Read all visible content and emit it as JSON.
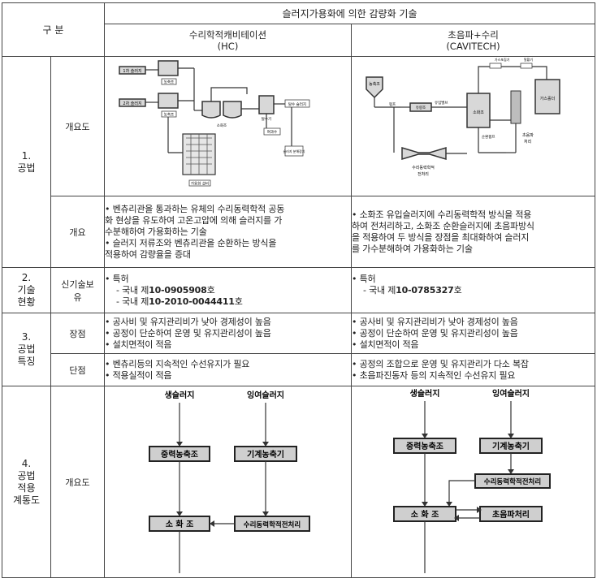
{
  "header": {
    "category": "구 분",
    "title": "슬러지가용화에  의한 감량화 기술",
    "hc_name": "수리학적캐비테이션",
    "hc_code": "(HC)",
    "cv_name": "초음파+수리",
    "cv_code": "(CAVITECH)"
  },
  "sections": {
    "s1": "1.",
    "s1b": "공법",
    "s2": "2.",
    "s2b": "기술",
    "s2c": "현황",
    "s3": "3.",
    "s3b": "공법",
    "s3c": "특징",
    "s4": "4.",
    "s4b": "공법",
    "s4c": "적용",
    "s4d": "계통도"
  },
  "subs": {
    "overview_diagram": "개요도",
    "overview": "개요",
    "new_tech_1": "신기술보",
    "new_tech_2": "유",
    "pros": "장점",
    "cons": "단점",
    "flow_diagram": "개요도"
  },
  "hc": {
    "diagram_labels": {
      "l1": "1차 슬러지",
      "l2": "2차 슬러지",
      "t1": "농축조",
      "t2": "농축조",
      "d1": "소화조",
      "d2": "탈수기",
      "d3": "탈수 슬러지",
      "d4": "여과수",
      "d5": "슬러지 분해장치",
      "d6": "가용화 설비"
    },
    "overview": [
      "• 벤츄리관을 통과하는 유체의 수리동력학적 공동",
      "화 현상을 유도하여 고온고압에 의해 슬러지를 가",
      "수분해하여 가용화하는 기술",
      "• 슬러지 저류조와 벤츄리관을 순환하는 방식을",
      "적용하여 감량율을 증대"
    ],
    "patent_title": "• 특허",
    "patent_1_prefix": "- 국내 제",
    "patent_1_num": "10-0905908",
    "patent_1_suffix": "호",
    "patent_2_prefix": "- 국내 제",
    "patent_2_num": "10-2010-0044411",
    "patent_2_suffix": "호",
    "pros": [
      "• 공사비 및 유지관리비가 낮아 경제성이 높음",
      "• 공정이 단순하여 운영 및 유지관리성이 높음",
      "• 설치면적이 적음"
    ],
    "cons": [
      "• 벤츄리등의 지속적인 수선유지가 필요",
      "• 적용실적이 적음"
    ],
    "flow": {
      "raw": "생슬러지",
      "excess": "잉여슬러지",
      "gravity": "중력농축조",
      "mech": "기계농축기",
      "digester": "소  화  조",
      "hydro": "수리동력학적전처리"
    }
  },
  "cv": {
    "diagram_labels": {
      "a": "농축조",
      "b": "펌프",
      "c": "유량조",
      "d": "수리동력학적",
      "e": "전처리",
      "f": "소화조",
      "g": "초음파",
      "h": "처리",
      "i": "가스홀더",
      "j": "가스포집기",
      "k": "탈황기",
      "l": "순환펌프",
      "m": "유입밸브"
    },
    "overview": [
      "• 소화조 유입슬러지에 수리동력학적 방식을 적용",
      "하여 전처리하고, 소화조 순환슬러지에 초음파방식",
      "을 적용하여 두 방식을 장점을 최대화하여 슬러지",
      "를 가수분해하여 가용화하는 기술"
    ],
    "patent_title": "• 특허",
    "patent_1_prefix": "- 국내 제",
    "patent_1_num": "10-0785327",
    "patent_1_suffix": "호",
    "pros": [
      "• 공사비 및 유지관리비가 낮아 경제성이 높음",
      "• 공정이 단순하여 운영 및 유지관리성이 높음",
      "• 설치면적이 적음"
    ],
    "cons": [
      "• 공정의 조합으로 운영 및 유지관리가 다소 복잡",
      "• 초음파진동자 등의 지속적인 수선유지 필요"
    ],
    "flow": {
      "raw": "생슬러지",
      "excess": "잉여슬러지",
      "gravity": "중력농축조",
      "mech": "기계농축기",
      "hydro": "수리동력학적전처리",
      "digester": "소  화  조",
      "ultra": "초음파처리"
    }
  }
}
